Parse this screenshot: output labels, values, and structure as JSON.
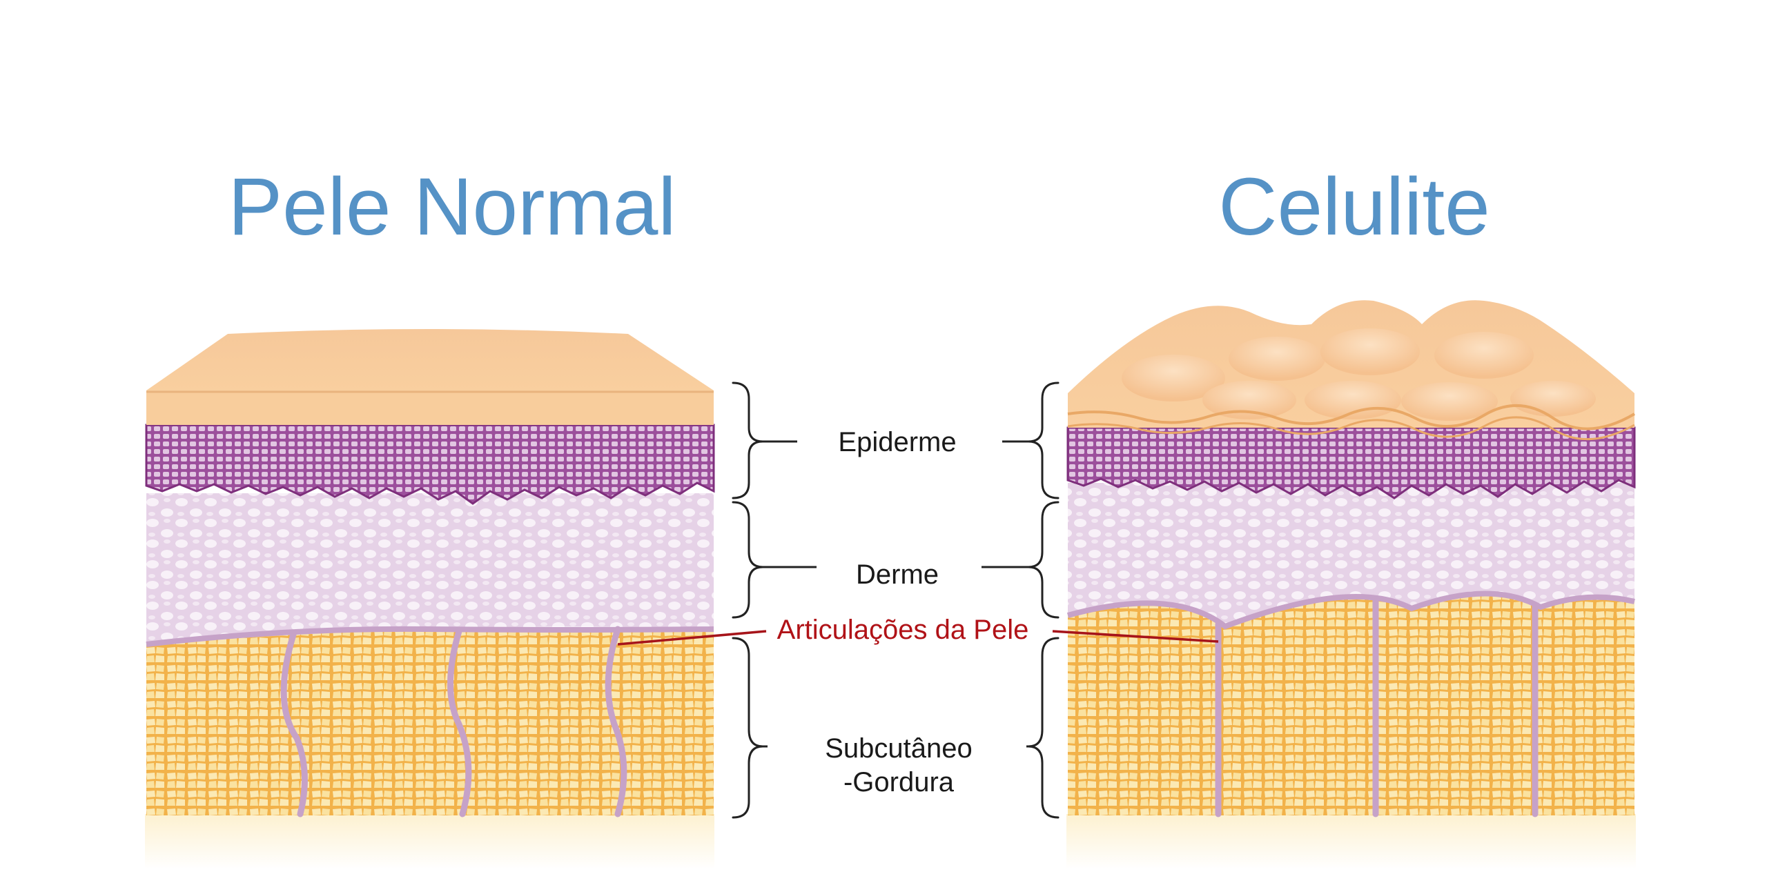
{
  "titles": {
    "normal": "Pele Normal",
    "cellulite": "Celulite"
  },
  "layers": {
    "epidermis": "Epiderme",
    "dermis": "Derme",
    "subcutaneous_line1": "Subcutâneo",
    "subcutaneous_line2": "-Gordura"
  },
  "joint_label": "Articulações da Pele",
  "colors": {
    "title": "#5592c6",
    "surface": "#f6c89a",
    "epidermis": "#a85aa6",
    "dermis": "#ecdcec",
    "fat": "#f9e3a2",
    "fat_lines": "#f2b24a",
    "septa": "#c6a2c8",
    "joint_label": "#b01217"
  }
}
